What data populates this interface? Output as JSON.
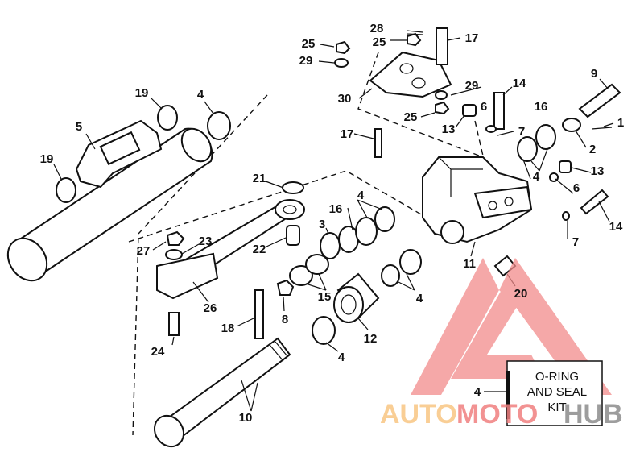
{
  "diagram": {
    "labels": [
      "28",
      "17",
      "25",
      "25",
      "29",
      "9",
      "19",
      "4",
      "14",
      "29",
      "30",
      "6",
      "16",
      "5",
      "25",
      "13",
      "7",
      "1",
      "17",
      "2",
      "19",
      "4",
      "13",
      "21",
      "6",
      "4",
      "16",
      "3",
      "14",
      "7",
      "27",
      "23",
      "22",
      "11",
      "20",
      "15",
      "4",
      "26",
      "8",
      "18",
      "12",
      "24",
      "4",
      "10",
      "4"
    ],
    "kit_box": {
      "line1": "O-RING",
      "line2": "AND SEAL",
      "line3": "KIT",
      "callout": "4"
    }
  },
  "watermark": {
    "part1": "AUTO",
    "part2": "MOTO",
    "part3": "HUB",
    "colors": {
      "auto": "#f9c98a",
      "moto": "#f08080",
      "hub": "#8c8c8c",
      "triangle": "#f28b8b"
    }
  }
}
